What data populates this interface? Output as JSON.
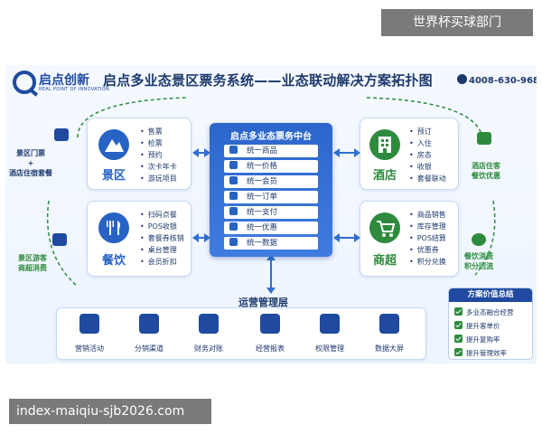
{
  "top_tag": "世界杯买球部门",
  "bottom_tag": "index-maiqiu-sjb2026.com",
  "logo": {
    "name": "启点创新",
    "subtitle": "REAL POINT OF INNOVATION"
  },
  "title": "启点多业态景区票务系统——业态联动解决方案拓扑图",
  "phone": "4008-630-968",
  "center": {
    "title": "启点多业态票务中台",
    "items": [
      "统一商品",
      "统一价格",
      "统一会员",
      "统一订单",
      "统一支付",
      "统一优惠",
      "统一数据"
    ]
  },
  "modules": {
    "scenic": {
      "label": "景区",
      "items": [
        "售票",
        "检票",
        "预约",
        "次卡年卡",
        "游玩项目"
      ]
    },
    "dining": {
      "label": "餐饮",
      "items": [
        "扫码点餐",
        "POS收银",
        "套餐券核销",
        "桌台管理",
        "会员折扣"
      ]
    },
    "hotel": {
      "label": "酒店",
      "items": [
        "预订",
        "入住",
        "房态",
        "收银",
        "套餐联动"
      ]
    },
    "market": {
      "label": "商超",
      "items": [
        "商品销售",
        "库存管理",
        "POS结算",
        "优惠券",
        "积分兑换"
      ]
    }
  },
  "side_captions": {
    "left_top": [
      "景区门票",
      "+",
      "酒店住宿套餐"
    ],
    "left_bottom": [
      "景区游客",
      "商超消费"
    ],
    "right_top": [
      "酒店住客",
      "餐饮优惠"
    ],
    "right_bottom": [
      "餐饮消费",
      "积分回流"
    ]
  },
  "ops": {
    "title": "运营管理层",
    "items": [
      "营销活动",
      "分销渠道",
      "财务对账",
      "经营报表",
      "权限管理",
      "数据大屏"
    ]
  },
  "value": {
    "title": "方案价值总结",
    "items": [
      "多业态融合经营",
      "提升客单价",
      "提升复购率",
      "提升管理效率"
    ]
  },
  "colors": {
    "primary": "#2763c4",
    "dark": "#1f4aa0",
    "green": "#2e8b3e",
    "text": "#1e3a6b"
  },
  "icons": {
    "scenic": "mountain-icon",
    "dining": "fork-knife-icon",
    "hotel": "building-icon",
    "market": "shopping-cart-icon"
  }
}
